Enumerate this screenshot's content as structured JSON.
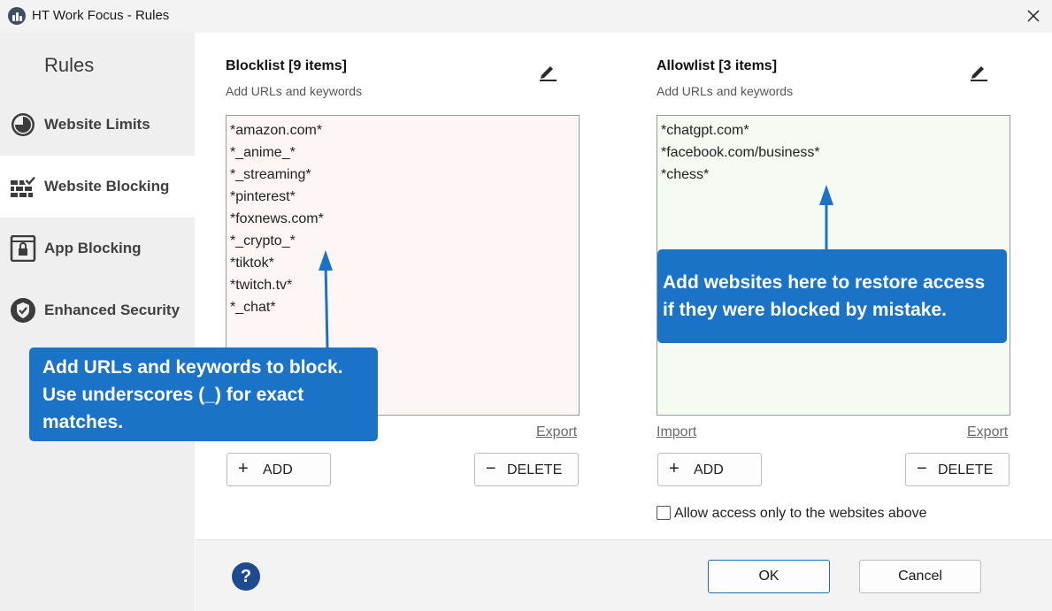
{
  "window": {
    "title": "HT Work Focus - Rules",
    "icon": "app-logo-icon",
    "close_icon": "close-icon"
  },
  "sidebar": {
    "title": "Rules",
    "items": [
      {
        "label": "Website Limits",
        "icon": "clock-icon",
        "active": false
      },
      {
        "label": "Website Blocking",
        "icon": "firewall-check-icon",
        "active": true
      },
      {
        "label": "App Blocking",
        "icon": "lock-window-icon",
        "active": false
      },
      {
        "label": "Enhanced Security",
        "icon": "shield-check-icon",
        "active": false
      }
    ]
  },
  "blocklist": {
    "title": "Blocklist [9 items]",
    "subtitle": "Add URLs and keywords",
    "entries": [
      "*amazon.com*",
      "*_anime_*",
      "*_streaming*",
      "*pinterest*",
      "*foxnews.com*",
      "*_crypto_*",
      "*tiktok*",
      "*twitch.tv*",
      "*_chat*"
    ],
    "export_label": "Export",
    "add_symbol": "+",
    "add_label": "ADD",
    "delete_symbol": "−",
    "delete_label": "DELETE",
    "edit_icon": "pencil-icon"
  },
  "allowlist": {
    "title": "Allowlist [3 items]",
    "subtitle": "Add URLs and keywords",
    "entries": [
      "*chatgpt.com*",
      "*facebook.com/business*",
      "*chess*"
    ],
    "import_label": "Import",
    "export_label": "Export",
    "add_symbol": "+",
    "add_label": "ADD",
    "delete_symbol": "−",
    "delete_label": "DELETE",
    "edit_icon": "pencil-icon",
    "allow_only_label": "Allow access only to the websites above",
    "allow_only_checked": false
  },
  "callouts": {
    "left": [
      "Add URLs and keywords to block.",
      "Use underscores (_) for exact",
      "matches."
    ],
    "right": [
      "Add websites here to restore access",
      "if they were blocked by mistake."
    ]
  },
  "footer": {
    "help_label": "?",
    "ok_label": "OK",
    "cancel_label": "Cancel"
  },
  "colors": {
    "accent": "#1b73c7",
    "help_button": "#1e4a8f",
    "blocklist_bg": "#fdf6f5",
    "allowlist_bg": "#f5fbf3",
    "sidebar_bg": "#efefef"
  }
}
